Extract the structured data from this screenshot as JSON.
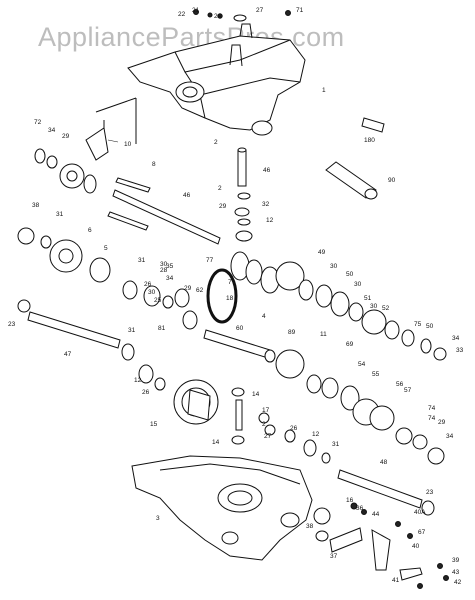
{
  "watermark": "AppliancePartsPros.com",
  "labels": [
    "21",
    "22",
    "24",
    "27",
    "71",
    "1",
    "72",
    "34",
    "29",
    "10",
    "2",
    "46",
    "180",
    "90",
    "8",
    "46",
    "2",
    "29",
    "32",
    "12",
    "38",
    "31",
    "6",
    "30",
    "28",
    "5",
    "31",
    "35",
    "34",
    "77",
    "7",
    "49",
    "30",
    "50",
    "30",
    "51",
    "30",
    "52",
    "75",
    "50",
    "34",
    "33",
    "26",
    "30",
    "25",
    "29",
    "62",
    "18",
    "23",
    "31",
    "81",
    "60",
    "4",
    "89",
    "11",
    "69",
    "54",
    "55",
    "56",
    "57",
    "47",
    "12",
    "26",
    "14",
    "15",
    "17",
    "2",
    "27",
    "26",
    "12",
    "31",
    "74",
    "74",
    "29",
    "34",
    "48",
    "23",
    "16",
    "36",
    "38",
    "37",
    "44",
    "40A",
    "67",
    "40",
    "41",
    "39",
    "43",
    "42",
    "3",
    "14"
  ]
}
